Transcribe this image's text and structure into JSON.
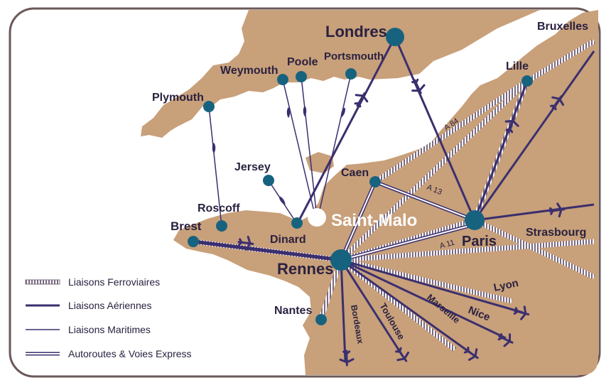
{
  "colors": {
    "land": "#c8a07a",
    "sea": "#ffffff",
    "node": "#17637f",
    "route": "#3b2f6e",
    "rail": "#8a7a8e",
    "frame": "#6b5858"
  },
  "cities": {
    "londres": "Londres",
    "bruxelles": "Bruxelles",
    "lille": "Lille",
    "poole": "Poole",
    "portsmouth": "Portsmouth",
    "weymouth": "Weymouth",
    "plymouth": "Plymouth",
    "jersey": "Jersey",
    "caen": "Caen",
    "roscoff": "Roscoff",
    "brest": "Brest",
    "dinard": "Dinard",
    "saint_malo": "Saint-Malo",
    "paris": "Paris",
    "strasbourg": "Strasbourg",
    "rennes": "Rennes",
    "lyon": "Lyon",
    "nantes": "Nantes",
    "bordeaux": "Bordeaux",
    "toulouse": "Toulouse",
    "marseille": "Marseille",
    "nice": "Nice"
  },
  "roads": {
    "a84": "A 84",
    "a13": "A 13",
    "a11": "A 11"
  },
  "legend": {
    "rail": "Liaisons Ferroviaires",
    "air": "Liaisons Aériennes",
    "sea": "Liaisons Maritimes",
    "road": "Autoroutes & Voies Express"
  }
}
